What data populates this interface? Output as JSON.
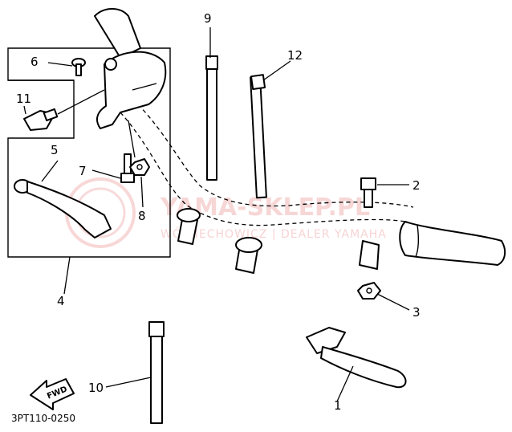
{
  "diagram": {
    "callouts": [
      "1",
      "2",
      "3",
      "4",
      "5",
      "6",
      "7",
      "8",
      "9",
      "10",
      "11",
      "12"
    ],
    "code": "3PT110-0250",
    "fwd_label": "FWD",
    "watermark": {
      "brand": "YAMA-SKLEP.PL",
      "dealer": "WÓJCIECHOWICZ | DEALER YAMAHA"
    },
    "colors": {
      "line": "#000000",
      "watermark": "#f2b6b6"
    }
  }
}
